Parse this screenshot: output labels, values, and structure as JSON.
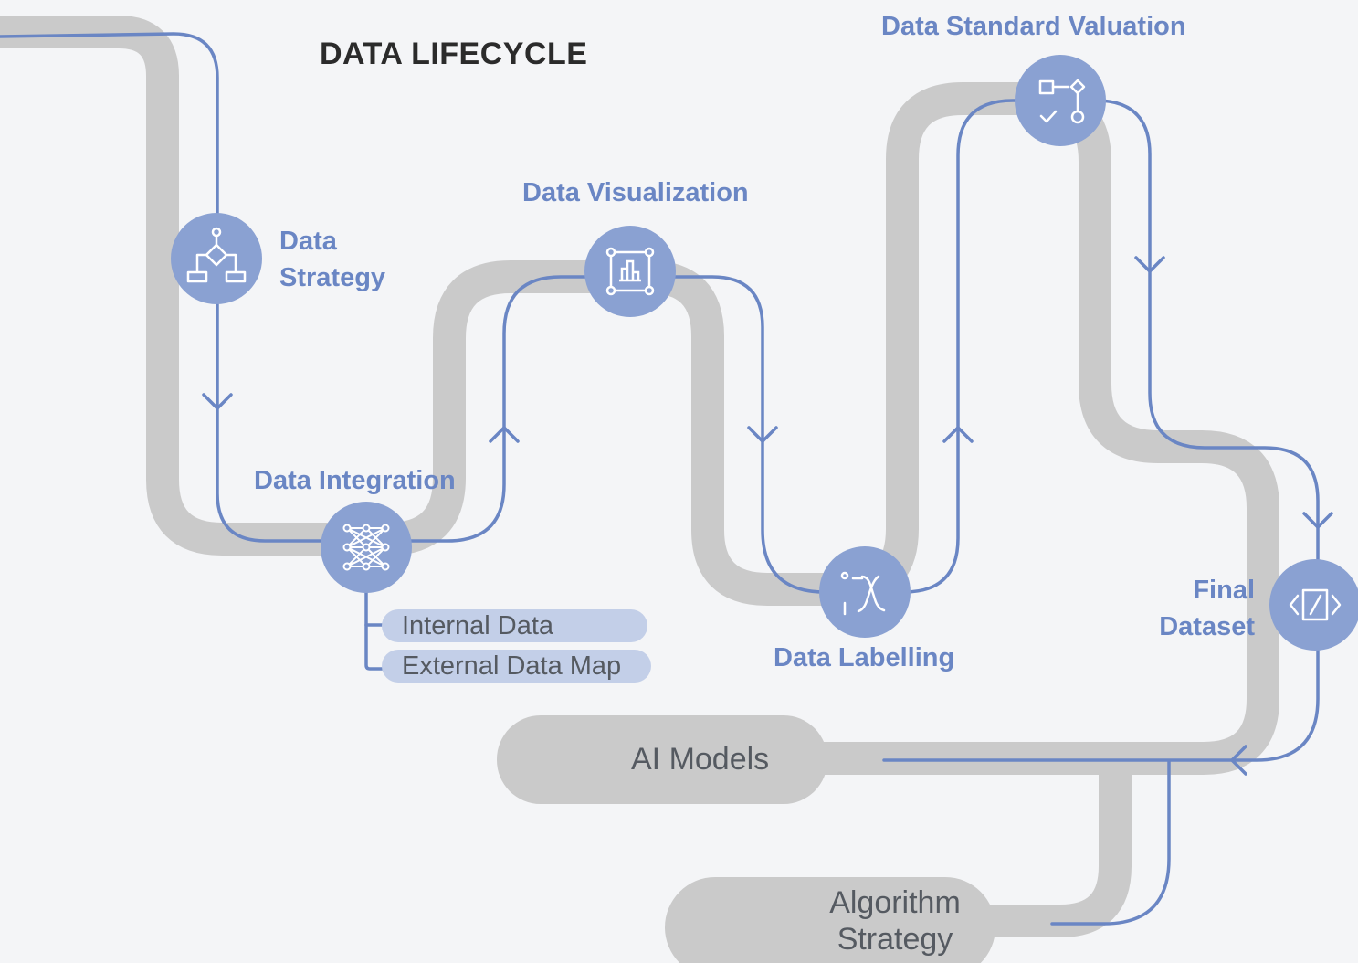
{
  "title": "DATA LIFECYCLE",
  "stages": {
    "data_strategy": {
      "line1": "Data",
      "line2": "Strategy",
      "icon": "flowchart-icon"
    },
    "data_integration": {
      "label": "Data Integration",
      "icon": "network-icon",
      "sub_items": [
        "Internal Data",
        "External Data Map"
      ]
    },
    "data_visualization": {
      "label": "Data Visualization",
      "icon": "bar-chart-icon"
    },
    "data_labelling": {
      "label": "Data Labelling",
      "icon": "function-icon"
    },
    "data_standard_valuation": {
      "label": "Data Standard Valuation",
      "icon": "workflow-check-icon"
    },
    "final_dataset": {
      "line1": "Final",
      "line2": "Dataset",
      "icon": "code-icon"
    }
  },
  "outputs": {
    "ai_models": "AI Models",
    "algorithm_strategy_line1": "Algorithm",
    "algorithm_strategy_line2": "Strategy"
  },
  "colors": {
    "accent": "#6a86c4",
    "node_fill": "#8aa1d2",
    "track": "#cacaca",
    "background": "#f4f5f7",
    "pill_fill": "#c3cfe8"
  }
}
